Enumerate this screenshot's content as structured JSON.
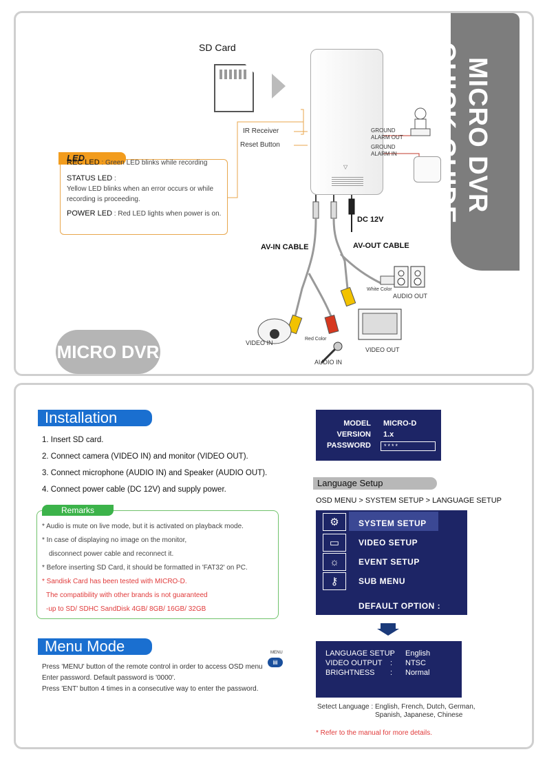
{
  "top": {
    "side_title_1": "MICRO DVR",
    "side_title_2": "QUICK GUIDE",
    "pill_label": "MICRO DVR",
    "sd_card_label": "SD Card",
    "ir_receiver": "IR Receiver",
    "reset_button": "Reset Button",
    "ground_1": "GROUND",
    "alarm_out": "ALARM OUT",
    "ground_2": "GROUND",
    "alarm_in": "ALARM IN",
    "dc12v": "DC 12V",
    "av_in_cable": "AV-IN CABLE",
    "av_out_cable": "AV-OUT CABLE",
    "white_color": "White Color",
    "audio_out": "AUDIO OUT",
    "red_color": "Red Color",
    "video_in": "VIDEO IN",
    "video_out": "VIDEO OUT",
    "audio_in": "AUDIO IN",
    "led": {
      "title": "LED",
      "rec_key": "REC LED",
      "rec_text": " : Green LED blinks while recording",
      "status_key": "STATUS LED",
      "status_colon": " :",
      "status_text": "Yellow LED blinks when an error occurs or while recording is proceeding.",
      "power_key": "POWER LED",
      "power_text": " : Red LED lights when power is on."
    }
  },
  "installation": {
    "title": "Installation",
    "steps": [
      "1. Insert SD card.",
      "2. Connect camera (VIDEO IN) and monitor (VIDEO OUT).",
      "3. Connect microphone (AUDIO IN) and Speaker (AUDIO OUT).",
      "4. Connect power cable (DC 12V) and  supply power."
    ]
  },
  "remarks": {
    "title": "Remarks",
    "lines": [
      "* Audio is mute on live mode, but it is activated on playback mode.",
      "* In case of displaying no image on the monitor,",
      "disconnect power cable and reconnect it.",
      "* Before inserting SD Card, it should be formatted in 'FAT32' on PC.",
      "* Sandisk Card has been tested with MICRO-D.",
      "The compatibility with other brands is not guaranteed",
      "-up to SD/ SDHC SandDisk 4GB/ 8GB/ 16GB/ 32GB"
    ]
  },
  "menu_mode": {
    "title": "Menu Mode",
    "line1": "Press 'MENU' button of the remote control in order to access OSD menu",
    "menu_tiny": "MENU",
    "line2": "Enter password. Default password is '0000'.",
    "line3": "Press 'ENT' button 4 times in a consecutive way to enter the password."
  },
  "osd_login": {
    "model_key": "MODEL",
    "model_val": "MICRO-D",
    "version_key": "VERSION",
    "version_val": "1.x",
    "password_key": "PASSWORD",
    "password_val": "****"
  },
  "language": {
    "title": "Language Setup",
    "path": "OSD MENU > SYSTEM SETUP > LANGUAGE SETUP",
    "menu_items": [
      "SYSTEM SETUP",
      "VIDEO SETUP",
      "EVENT SETUP",
      "SUB MENU"
    ],
    "default_option": "DEFAULT OPTION     :",
    "rows": [
      {
        "key": "LANGUAGE SETUP",
        "val": "English"
      },
      {
        "key": "VIDEO OUTPUT",
        "val": "NTSC"
      },
      {
        "key": "BRIGHTNESS",
        "val": "Normal"
      }
    ],
    "select_text": "Setect Language : English, French, Dutch, German,",
    "select_text_2": "Spanish, Japanese, Chinese",
    "refer": "* Refer to the manual for more details."
  },
  "colors": {
    "blue_head": "#1a6fd0",
    "osd_bg": "#1d2566",
    "led_orange": "#f29c1d",
    "remarks_green": "#3cb34a",
    "red_text": "#e03a3a"
  }
}
